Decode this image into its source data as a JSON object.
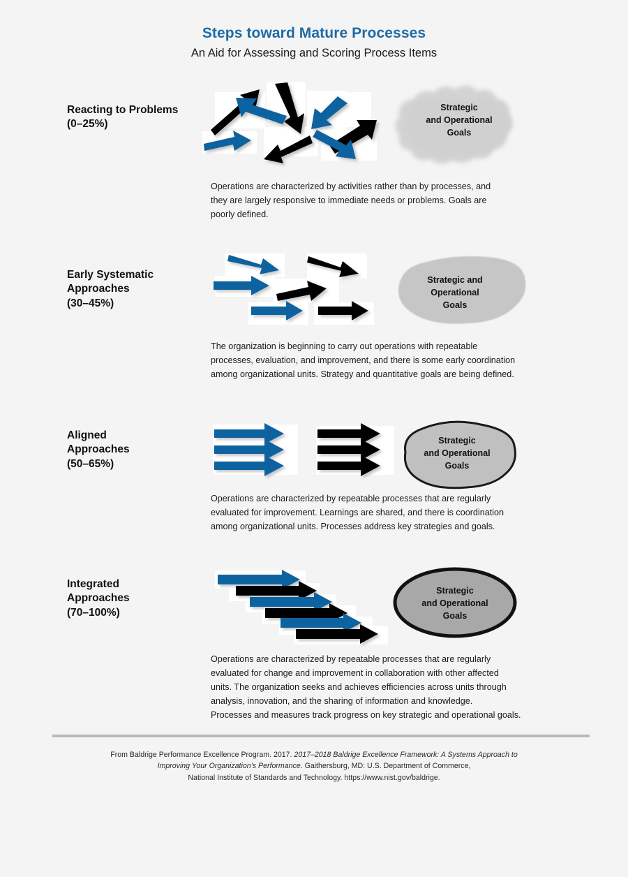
{
  "header": {
    "title": "Steps toward Mature Processes",
    "subtitle": "An Aid for Assessing and Scoring Process Items",
    "title_color": "#1f6ba5"
  },
  "palette": {
    "blue_arrow": "#11639f",
    "black_arrow": "#000000",
    "goal_fill_stage1": "#d8d8d8",
    "goal_fill_stage2": "#c6c6c6",
    "goal_fill_stage3": "#c0c0c0",
    "goal_fill_stage4": "#a8a8a8",
    "background": "#f4f4f4",
    "divider": "#b9b9b9"
  },
  "stages": [
    {
      "name": "Reacting to Problems",
      "label_line1": "Reacting to Problems",
      "label_line2": "(0–25%)",
      "range": "0–25%",
      "goal_text_lines": [
        "Strategic",
        "and Operational",
        "Goals"
      ],
      "goal_shape": "fuzzy-blob",
      "arrow_pattern": "chaotic",
      "description_lines": [
        "Operations are characterized by activities rather than by processes, and",
        "they are largely responsive to immediate needs or problems. Goals are",
        "poorly defined."
      ]
    },
    {
      "name": "Early Systematic Approaches",
      "label_line1": "Early Systematic",
      "label_line2": "Approaches",
      "label_line3": "(30–45%)",
      "range": "30–45%",
      "goal_text_lines": [
        "Strategic and",
        "Operational",
        "Goals"
      ],
      "goal_shape": "solid-blob",
      "arrow_pattern": "partially-aligned",
      "description_lines": [
        "The organization is beginning to carry out operations with repeatable",
        "processes, evaluation, and improvement, and there is some early coordination",
        "among organizational units. Strategy and quantitative goals are being defined."
      ]
    },
    {
      "name": "Aligned Approaches",
      "label_line1": "Aligned",
      "label_line2": "Approaches",
      "label_line3": "(50–65%)",
      "range": "50–65%",
      "goal_text_lines": [
        "Strategic",
        "and Operational",
        "Goals"
      ],
      "goal_shape": "outlined-blob",
      "arrow_pattern": "parallel",
      "description_lines": [
        "Operations are characterized by repeatable processes that are regularly",
        "evaluated for improvement. Learnings are shared, and there is coordination",
        "among organizational units. Processes address key strategies and goals."
      ]
    },
    {
      "name": "Integrated Approaches",
      "label_line1": "Integrated",
      "label_line2": "Approaches",
      "label_line3": "(70–100%)",
      "range": "70–100%",
      "goal_text_lines": [
        "Strategic",
        "and Operational",
        "Goals"
      ],
      "goal_shape": "ellipse",
      "arrow_pattern": "cascading-integrated",
      "description_lines": [
        "Operations are characterized by repeatable processes that are regularly",
        "evaluated for change and improvement in collaboration with other affected",
        "units. The organization seeks and achieves efficiencies across units through",
        "analysis, innovation, and the sharing of information and knowledge.",
        "Processes and measures track progress on key strategic and operational goals."
      ]
    }
  ],
  "footer": {
    "line1_a": "From Baldrige Performance Excellence Program. 2017. ",
    "line1_b": "2017–2018 Baldrige Excellence Framework: A Systems Approach to",
    "line2_a": "Improving Your Organization’s Performance",
    "line2_b": ". Gaithersburg, MD: U.S. Department of Commerce,",
    "line3": "National Institute of Standards and Technology. https://www.nist.gov/baldrige."
  }
}
